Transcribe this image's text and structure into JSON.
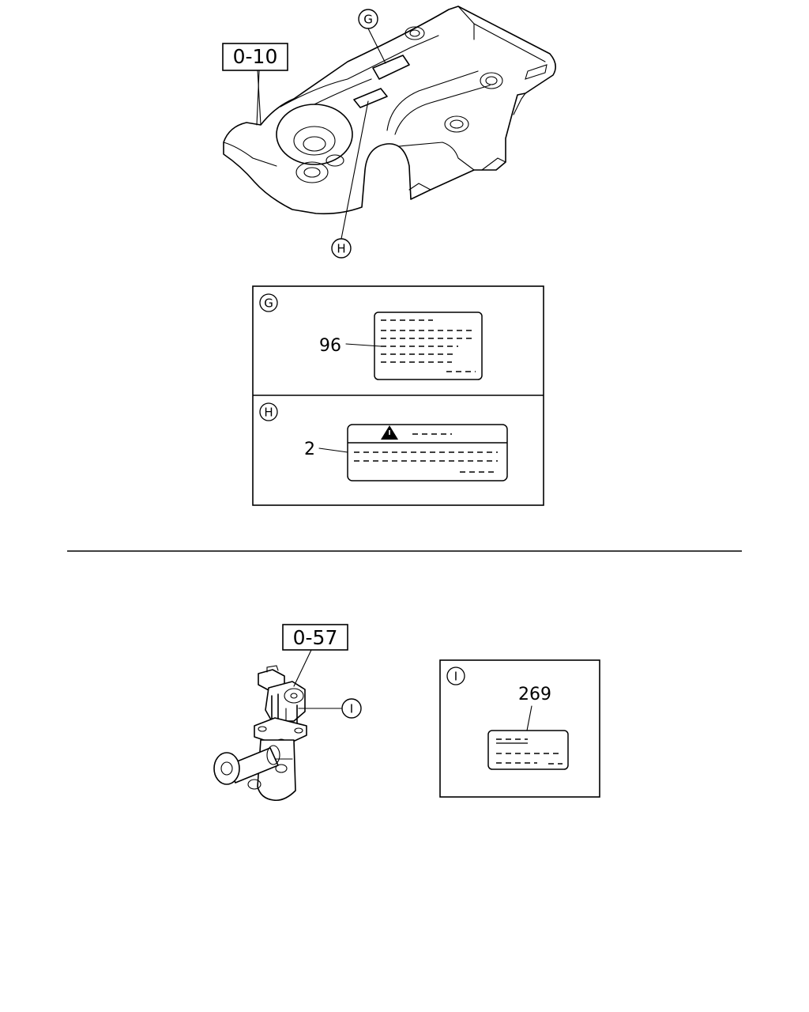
{
  "part_refs": {
    "top": "0-10",
    "bottom": "0-57"
  },
  "callouts": {
    "g": "G",
    "h": "H",
    "i": "I"
  },
  "labels": {
    "g_number": "96",
    "h_number": "2",
    "i_number": "269"
  },
  "icons": {
    "warning": "warning-triangle-icon"
  },
  "colors": {
    "line": "#000000",
    "background": "#ffffff"
  }
}
